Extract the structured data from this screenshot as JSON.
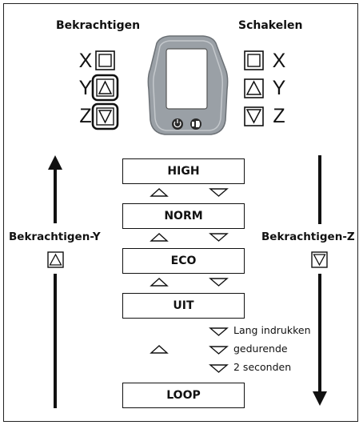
{
  "left_heading": "Bekrachtigen",
  "right_heading": "Schakelen",
  "left_button_letters": [
    "X",
    "Y",
    "Z"
  ],
  "right_button_letters": [
    "X",
    "Y",
    "Z"
  ],
  "modes": [
    "HIGH",
    "NORM",
    "ECO",
    "UIT",
    "LOOP"
  ],
  "left_side_label": "Bekrachtigen-Y",
  "right_side_label": "Bekrachtigen-Z",
  "long_press_lines": [
    "Lang indrukken",
    "gedurende",
    "2 seconden"
  ],
  "colors": {
    "line": "#111111",
    "display_body": "#9aa0a6",
    "screen": "#ffffff"
  },
  "icons": [
    "square-button-icon",
    "up-triangle-button-icon",
    "down-triangle-button-icon",
    "power-icon",
    "light-icon"
  ]
}
